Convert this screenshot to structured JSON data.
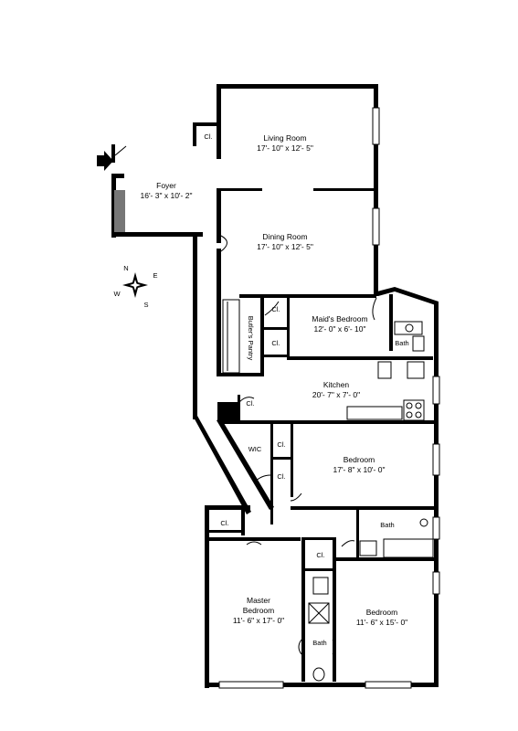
{
  "rooms": {
    "living": {
      "name": "Living Room",
      "dims": "17'- 10\" x 12'- 5\""
    },
    "dining": {
      "name": "Dining Room",
      "dims": "17'- 10\" x 12'- 5\""
    },
    "foyer": {
      "name": "Foyer",
      "dims": "16'- 3\" x 10'- 2\""
    },
    "maids": {
      "name": "Maid's Bedroom",
      "dims": "12'- 0\" x 6'- 10\""
    },
    "kitchen": {
      "name": "Kitchen",
      "dims": "20'- 7\" x 7'- 0\""
    },
    "bedroom1": {
      "name": "Bedroom",
      "dims": "17'- 8\" x 10'- 0\""
    },
    "master": {
      "name1": "Master",
      "name2": "Bedroom",
      "dims": "11'- 6\" x 17'- 0\""
    },
    "bedroom2": {
      "name": "Bedroom",
      "dims": "11'- 6\" x 15'- 0\""
    }
  },
  "labels": {
    "closet": "Cl.",
    "bath": "Bath",
    "wic": "WIC",
    "butlers_pantry": "Butler's Pantry"
  },
  "compass": {
    "n": "N",
    "e": "E",
    "s": "S",
    "w": "W"
  },
  "icons": {
    "entry": "entry-arrow-icon",
    "compass": "compass-rose-icon"
  }
}
